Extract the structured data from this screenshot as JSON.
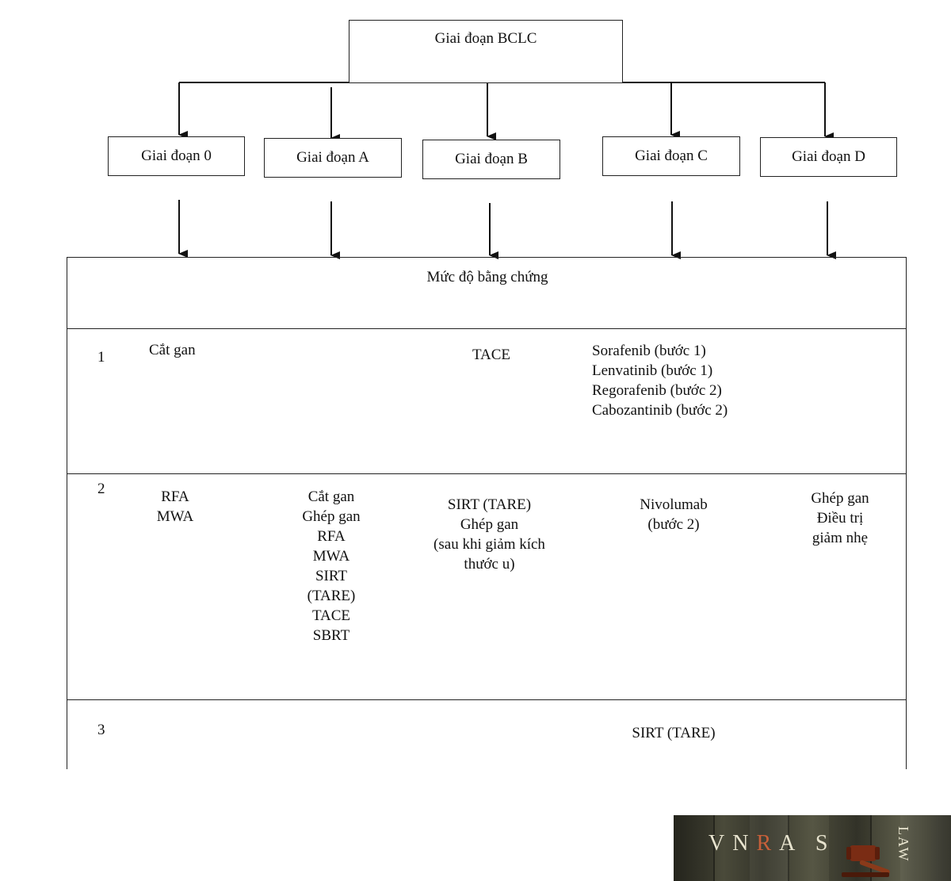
{
  "root": {
    "label": "Giai đoạn BCLC"
  },
  "stages": [
    {
      "label": "Giai đoạn 0"
    },
    {
      "label": "Giai đoạn A"
    },
    {
      "label": "Giai đoạn B"
    },
    {
      "label": "Giai đoạn C"
    },
    {
      "label": "Giai đoạn D"
    }
  ],
  "table": {
    "header": "Mức độ bằng chứng",
    "rows": [
      {
        "level": "1",
        "cells": [
          "Cắt gan",
          "",
          "TACE",
          "Sorafenib (bước 1)\nLenvatinib (bước 1)\nRegorafenib (bước 2)\nCabozantinib (bước 2)",
          ""
        ]
      },
      {
        "level": "2",
        "cells": [
          "RFA\nMWA",
          "Cắt gan\nGhép gan\nRFA\nMWA\nSIRT\n(TARE)\nTACE\nSBRT",
          "SIRT (TARE)\nGhép gan\n(sau khi giảm kích\nthước u)",
          "Nivolumab\n(bước 2)",
          "Ghép gan\nĐiều trị\ngiảm nhẹ"
        ]
      },
      {
        "level": "3",
        "cells": [
          "",
          "",
          "",
          "SIRT (TARE)",
          ""
        ]
      }
    ]
  },
  "logo": {
    "letters": [
      "V",
      "N",
      "R",
      "A",
      "S"
    ],
    "side_text": "LAW",
    "accent": "#c8603a"
  }
}
